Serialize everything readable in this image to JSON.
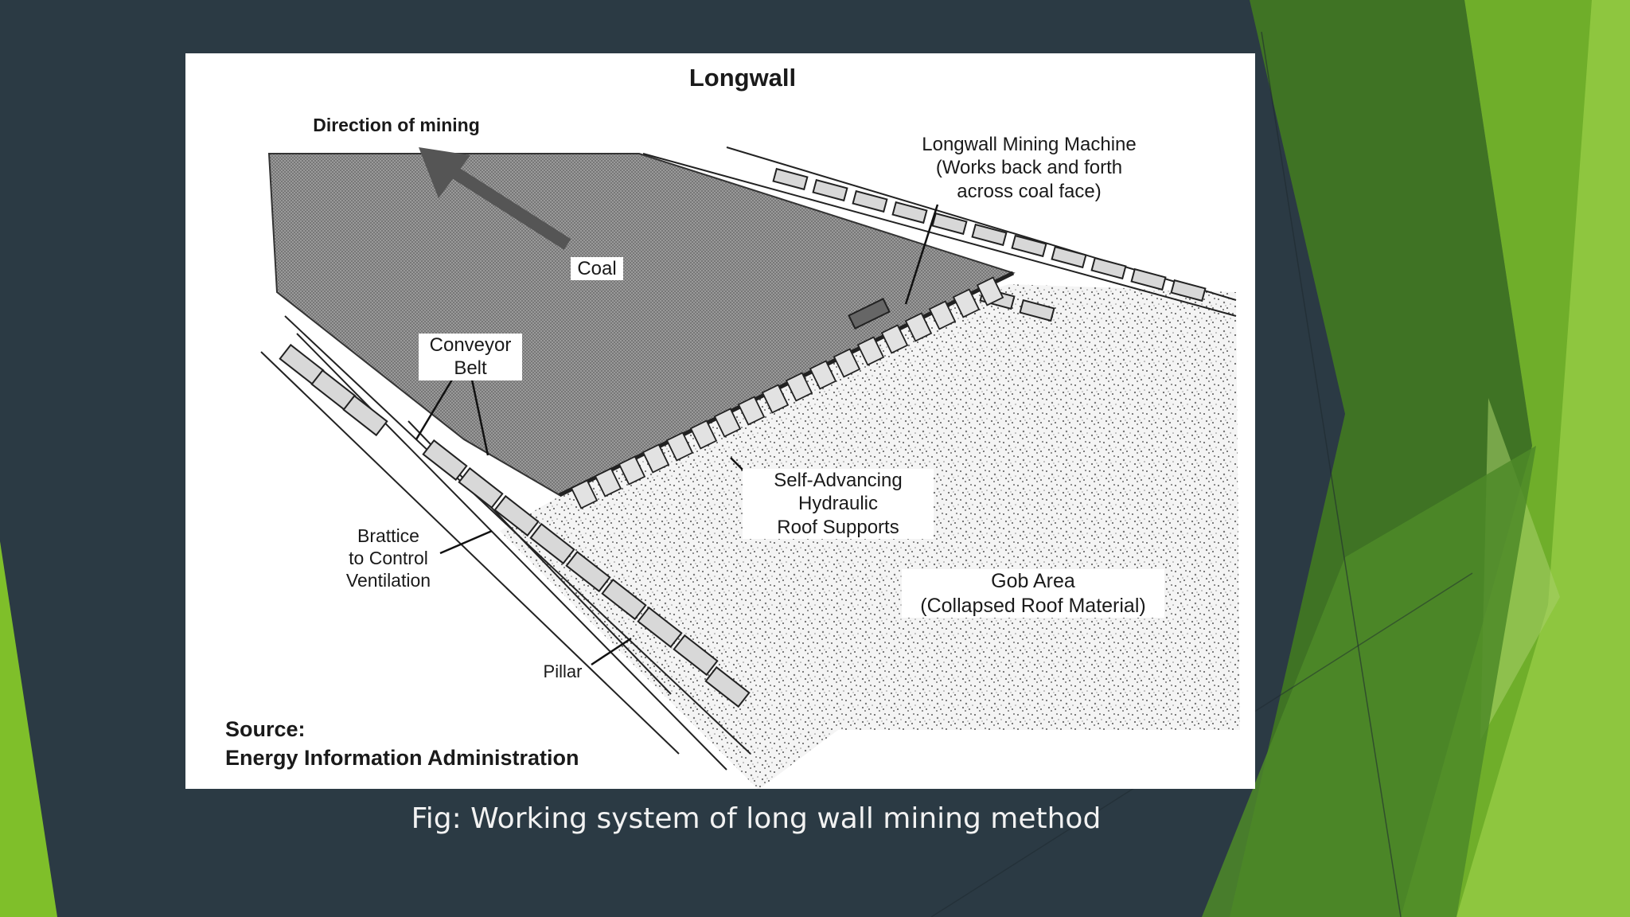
{
  "slide": {
    "colors": {
      "background": "#2b3a44",
      "accent_green": "#7fbf2a",
      "dark_green": "#3f7324",
      "light_green": "#9cc94a",
      "figure_background": "#ffffff"
    },
    "caption": "Fig: Working system of long wall mining method"
  },
  "figure": {
    "title": "Longwall",
    "labels": {
      "direction": "Direction of mining",
      "machine_line1": "Longwall Mining Machine",
      "machine_line2": "(Works back and forth",
      "machine_line3": "across coal face)",
      "coal": "Coal",
      "conveyor_line1": "Conveyor",
      "conveyor_line2": "Belt",
      "self_adv_line1": "Self-Advancing",
      "self_adv_line2": "Hydraulic",
      "self_adv_line3": "Roof Supports",
      "brattice_line1": "Brattice",
      "brattice_line2": "to Control",
      "brattice_line3": "Ventilation",
      "gob_line1": "Gob Area",
      "gob_line2": "(Collapsed Roof Material)",
      "pillar": "Pillar"
    },
    "source_line1": "Source:",
    "source_line2": "Energy Information Administration"
  }
}
